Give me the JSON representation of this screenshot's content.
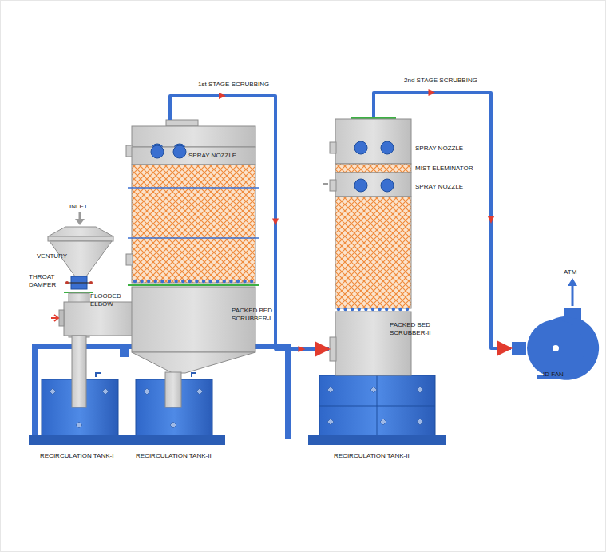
{
  "diagram": {
    "nodes": [
      {
        "text": [
          "PACKED BED SCRUBBER-I"
        ]
      },
      {
        "text": [
          "PACKED BED SCRUBBER-II"
        ]
      },
      {
        "text": [
          "ID FAN"
        ]
      }
    ],
    "edges": [
      {
        "from": 0,
        "to": 1,
        "arrow": "to",
        "label": "1st STAGE SCRUBBING"
      },
      {
        "from": 1,
        "to": 2,
        "arrow": "to",
        "label": "2nd STAGE SCRUBBING"
      }
    ],
    "labels": [
      "INLET",
      "VENTURY",
      "THROAT DAMPER",
      "FLOODED ELBOW",
      "SPRAY NOZZLE",
      "RECIRCULATION TANK-I",
      "RECIRCULATION TANK-II",
      "SPRAY NOZZLE",
      "MIST ELEMINATOR",
      "SPRAY NOZZLE",
      "RECIRCULATION TANK-II",
      "ATM"
    ]
  }
}
